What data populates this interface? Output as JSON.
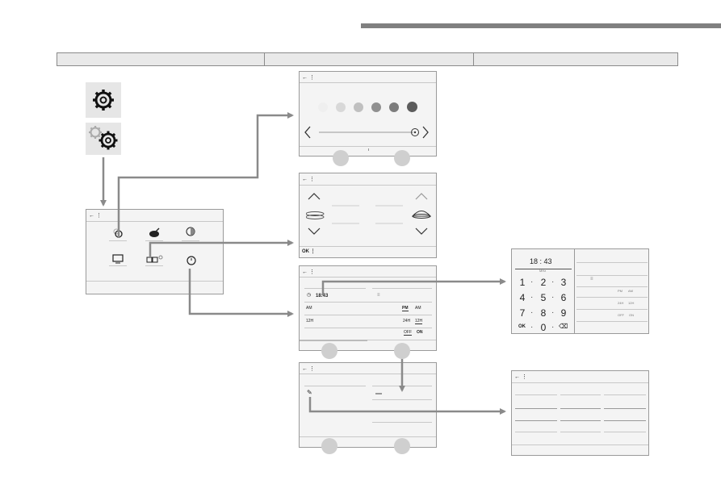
{
  "header_columns": [
    "",
    "",
    ""
  ],
  "screens": {
    "color": {
      "header": "← ⋮"
    },
    "nav": {
      "header": "← ⋮",
      "ok": "OK ⋮"
    },
    "time": {
      "header": "← ⋮",
      "clock": "18:43",
      "am": "AM",
      "pm": "PM",
      "am_small": "AM",
      "h12": "12H",
      "h24": "24H",
      "h12_small": "12H",
      "off": "OFF",
      "on": "ON"
    },
    "edit": {
      "header": "← ⋮"
    },
    "keypad": {
      "time": "18 : 43",
      "sub": "MHz",
      "ok": "OK",
      "zero": "0",
      "right_pm": "PM",
      "right_am": "AM",
      "right_24": "24H",
      "right_12": "12H",
      "right_off": "OFF",
      "right_on": "ON",
      "keys": [
        "1",
        "2",
        "3",
        "4",
        "5",
        "6",
        "7",
        "8",
        "9"
      ]
    },
    "grid": {
      "header": "← ⋮"
    }
  },
  "main": {
    "header": "← ⋮"
  },
  "colors": {
    "arrow": "#8a8a8a",
    "panel_bg": "#f4f4f4",
    "top_bar": "#808080"
  },
  "icons": [
    "settings-gear-icon",
    "display-settings-gears-icon"
  ]
}
